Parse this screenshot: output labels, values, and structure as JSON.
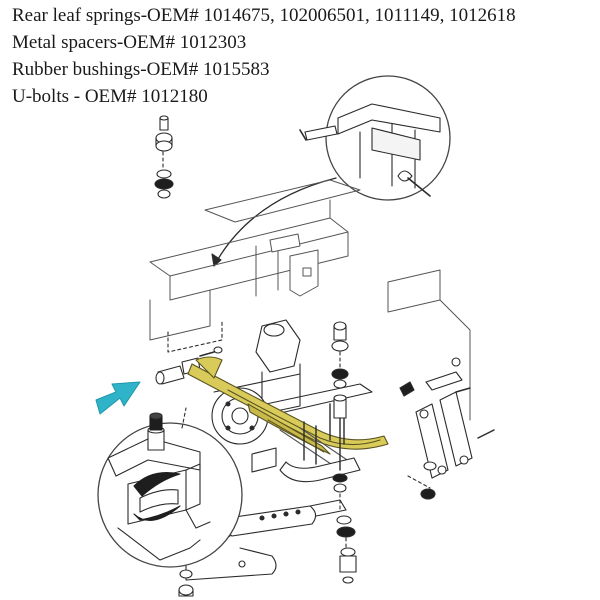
{
  "parts_list": [
    {
      "text": "Rear leaf springs-OEM# 1014675, 102006501, 1011149, 1012618"
    },
    {
      "text": "Metal spacers-OEM# 1012303"
    },
    {
      "text": "Rubber bushings-OEM# 1015583"
    },
    {
      "text": "U-bolts - OEM# 1012180"
    }
  ],
  "colors": {
    "line": "#2b2b2b",
    "spring_highlight": "#d9cb5a",
    "pointer_arrow": "#2fb3c8",
    "bushing": "#1e1e1e",
    "background": "#ffffff"
  },
  "icons": {
    "pointer": "cyan-arrow-icon",
    "zoom_bushing": "bushing-detail-icon",
    "zoom_frame": "frame-detail-icon"
  }
}
